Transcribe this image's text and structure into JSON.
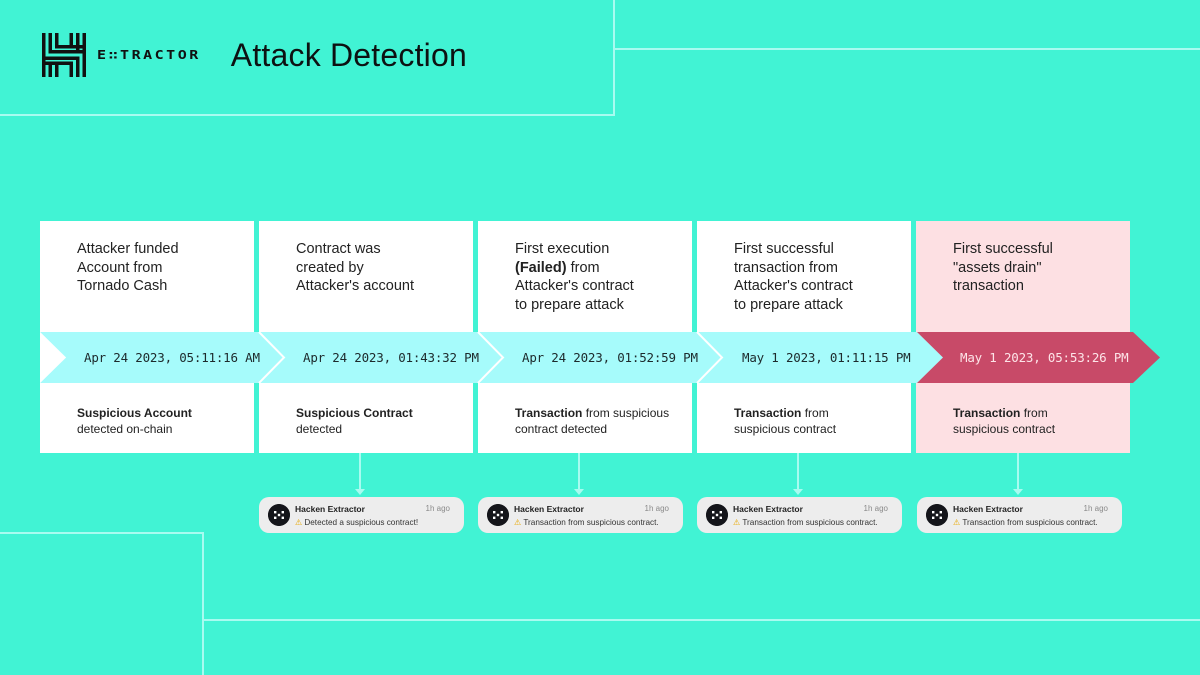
{
  "header": {
    "brand": "EXTRACTOR",
    "brand_display": "E∷TRACTOR",
    "title": "Attack Detection"
  },
  "colors": {
    "background": "#41f3d4",
    "card": "#ffffff",
    "card_alert": "#fde0e3",
    "band": "#a6fbfb",
    "band_alert": "#c84a68",
    "decor_line": "#a8fbf0"
  },
  "timeline": [
    {
      "event_lines": [
        "Attacker funded",
        "Account from",
        "Tornado Cash"
      ],
      "timestamp": "Apr 24 2023, 05:11:16 AM",
      "detection_bold": "Suspicious Account",
      "detection_rest": "detected on-chain",
      "alert": false,
      "notification": null
    },
    {
      "event_lines": [
        "Contract was",
        "created by",
        "Attacker's account"
      ],
      "timestamp": "Apr 24 2023, 01:43:32 PM",
      "detection_bold": "Suspicious Contract",
      "detection_rest": "detected",
      "alert": false,
      "notification": {
        "sender": "Hacken Extractor",
        "time": "1h ago",
        "message": "Detected a suspicious contract!"
      }
    },
    {
      "event_lines": [
        "First execution",
        "(Failed) from",
        "Attacker's contract",
        "to prepare attack"
      ],
      "event_bold": "(Failed)",
      "timestamp": "Apr 24 2023, 01:52:59 PM",
      "detection_bold": "Transaction",
      "detection_rest": "from suspicious contract detected",
      "alert": false,
      "notification": {
        "sender": "Hacken Extractor",
        "time": "1h ago",
        "message": "Transaction from suspicious contract."
      }
    },
    {
      "event_lines": [
        "First successful",
        "transaction from",
        "Attacker's contract",
        "to prepare attack"
      ],
      "timestamp": "May 1 2023, 01:11:15 PM",
      "detection_bold": "Transaction",
      "detection_rest": "from suspicious contract",
      "alert": false,
      "notification": {
        "sender": "Hacken Extractor",
        "time": "1h ago",
        "message": "Transaction from suspicious contract."
      }
    },
    {
      "event_lines": [
        "First successful",
        "\"assets drain\"",
        "transaction"
      ],
      "timestamp": "May 1 2023, 05:53:26 PM",
      "detection_bold": "Transaction",
      "detection_rest": "from suspicious contract",
      "alert": true,
      "notification": {
        "sender": "Hacken Extractor",
        "time": "1h ago",
        "message": "Transaction from suspicious contract."
      }
    }
  ],
  "icons": {
    "warning": "⚠",
    "avatar": "extractor-dots-icon"
  }
}
